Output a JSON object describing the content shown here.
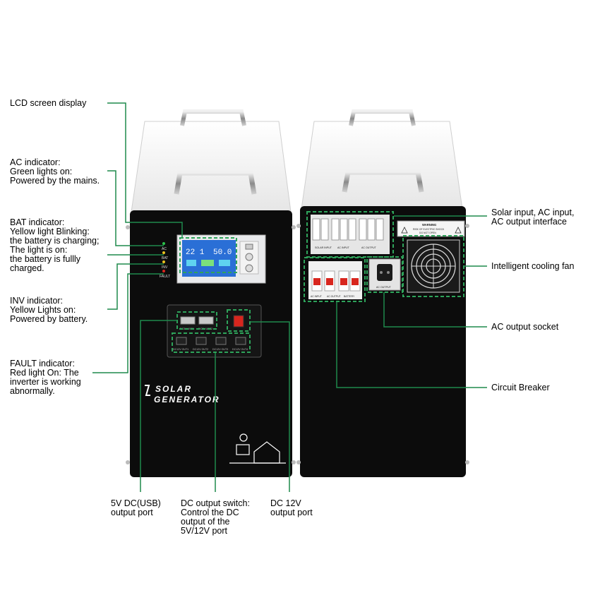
{
  "colors": {
    "leader": "#1f8a4c",
    "unit_body": "#0c0c0c",
    "unit_top": "#f4f4f4",
    "lcd_screen": "#2a6fd6",
    "fault_led": "#d8261e"
  },
  "front_unit": {
    "brand_line1": "SOLAR",
    "brand_line2": "GENERATOR",
    "indicator_labels": [
      "AC",
      "BAT",
      "INV",
      "FAULT"
    ],
    "lcd_left_value": "22 1",
    "lcd_right_value": "50.0",
    "dc_port_labels": [
      "DC12V OUT1",
      "DC12V OUT2",
      "DC12V OUT3",
      "DC12V OUT4"
    ],
    "usb_port_labels": [
      "DC5V USB1",
      "DC5V USB2"
    ]
  },
  "back_unit": {
    "terminal_labels": [
      "SOLAR INPUT",
      "AC INPUT",
      "AC OUTPUT"
    ],
    "breaker_labels": [
      "AC INPUT",
      "AC OUTPUT",
      "BATTERY"
    ],
    "socket_label": "AC OUTPUT",
    "warning_title": "WARNING",
    "warning_line1": "RISK OF ELECTRIC SHOCK",
    "warning_line2": "DO NOT OPEN"
  },
  "callouts": {
    "lcd": "LCD screen display",
    "ac_indicator": "AC indicator:\nGreen lights on:\nPowered by the mains.",
    "bat_indicator": "BAT indicator:\nYellow light Blinking:\nthe battery is charging;\nThe light is on:\nthe battery is fullly\ncharged.",
    "inv_indicator": "INV indicator:\nYellow Lights on:\nPowered by battery.",
    "fault_indicator": "FAULT indicator:\nRed light On: The\ninverter is working\nabnormally.",
    "usb_port": "5V DC(USB)\noutput port",
    "dc_switch": "DC output switch:\nControl the DC\noutput of the\n5V/12V port",
    "dc12_port": "DC 12V\noutput port",
    "solar_input": "Solar input, AC input,\nAC output interface",
    "cooling_fan": "Intelligent cooling fan",
    "ac_socket": "AC output socket",
    "circuit_breaker": "Circuit Breaker"
  }
}
